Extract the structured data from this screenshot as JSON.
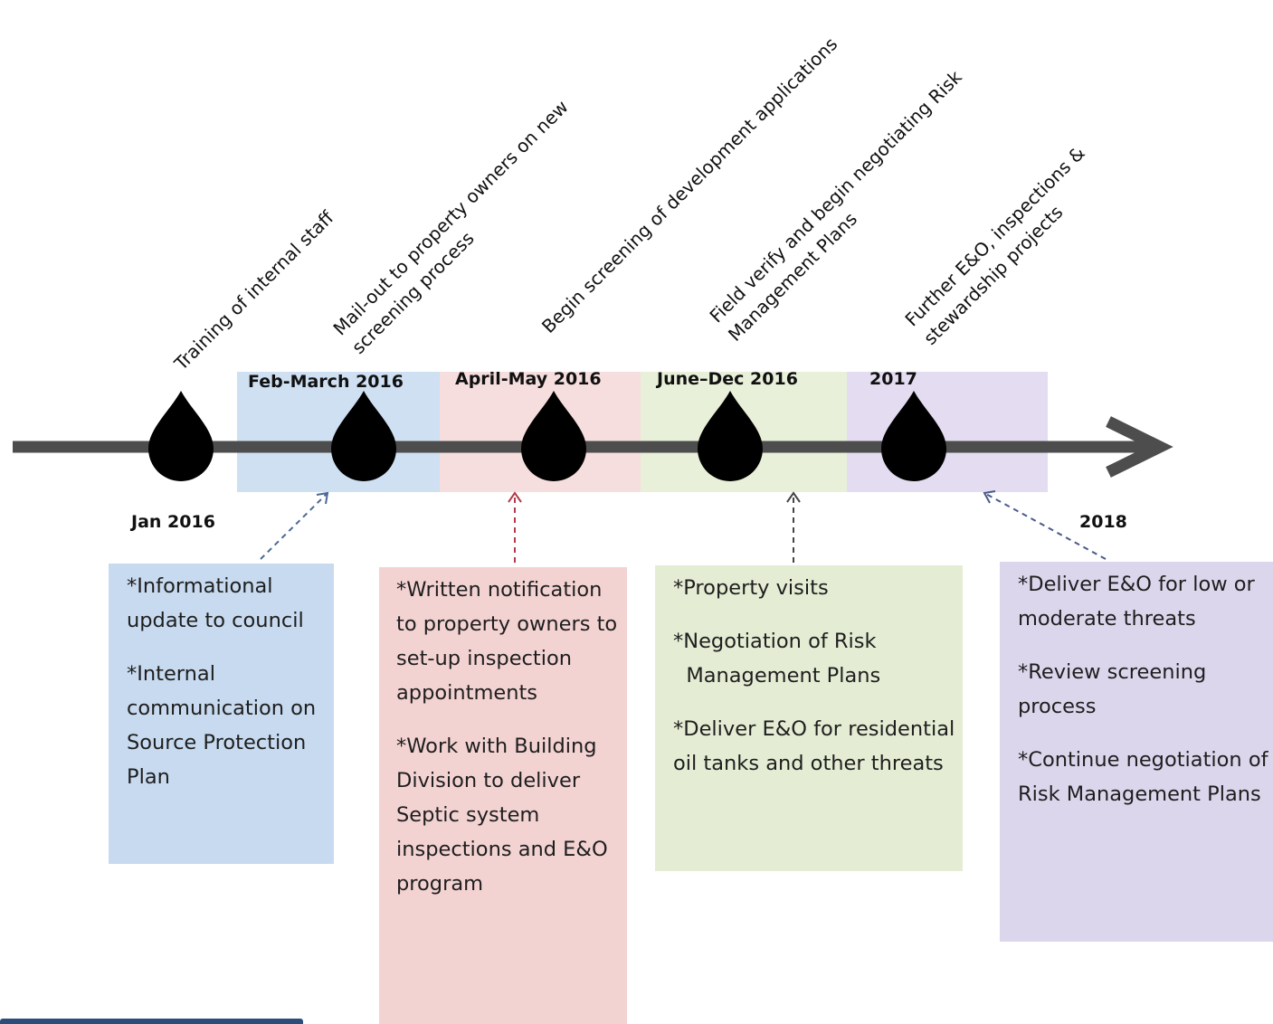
{
  "milestones": [
    {
      "label": "Training of internal staff"
    },
    {
      "label": "Mail-out to property owners on new\nscreening process"
    },
    {
      "label": "Begin screening of development applications"
    },
    {
      "label": "Field verify and begin negotiating Risk\nManagement Plans"
    },
    {
      "label": "Further E&O, inspections &\nstewardship projects"
    }
  ],
  "periods": {
    "jan": "Jan 2016",
    "feb_march": "Feb-March 2016",
    "april_may": "April-May 2016",
    "june_dec": "June–Dec 2016",
    "y2017": "2017",
    "y2018": "2018"
  },
  "boxes": {
    "blue": [
      "*Informational update to council",
      "*Internal communication on Source Protection Plan"
    ],
    "pink": [
      "*Written notification to property owners to set-up inspection appointments",
      "*Work with Building Division to deliver Septic system inspections and E&O program"
    ],
    "green": [
      "*Property visits",
      "*Negotiation of Risk\n  Management Plans",
      "*Deliver E&O for residential oil tanks and other threats"
    ],
    "purple": [
      "*Deliver E&O for low or moderate threats",
      "*Review screening process",
      "*Continue negotiation of Risk Management Plans"
    ]
  },
  "colors": {
    "timeline": "#4d4d4d",
    "drop": "#000000",
    "blue": "#c7daef",
    "pink": "#f3d2d2",
    "green": "#e4edd4",
    "purple": "#dcd6ec"
  }
}
